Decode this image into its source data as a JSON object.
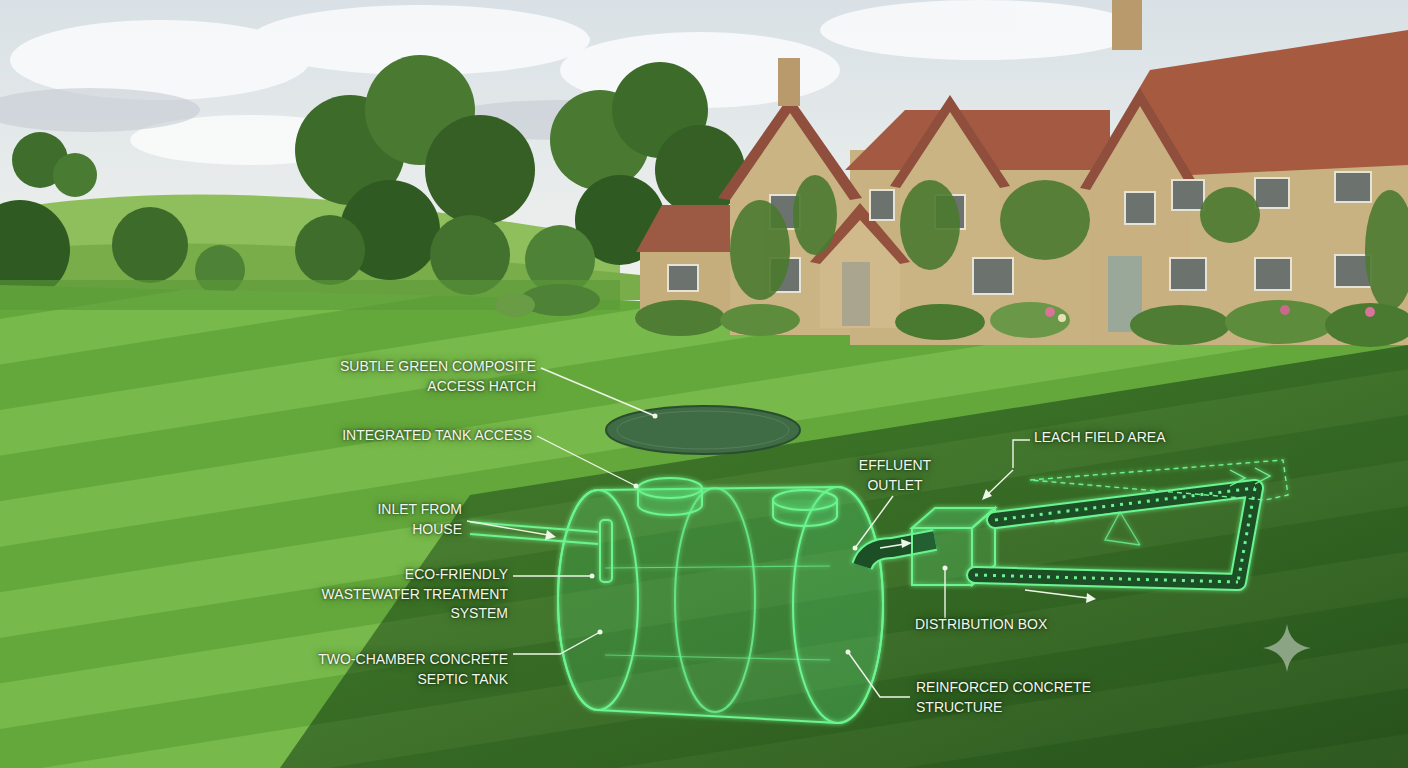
{
  "diagram": {
    "labels": [
      "SUBTLE GREEN COMPOSITE ACCESS HATCH",
      "INTEGRATED TANK ACCESS",
      "INLET FROM HOUSE",
      "ECO-FRIENDLY WASTEWATER TREATMENT SYSTEM",
      "TWO-CHAMBER CONCRETE SEPTIC TANK",
      "EFFLUENT OUTLET",
      "LEACH FIELD AREA",
      "DISTRIBUTION BOX",
      "REINFORCED CONCRETE STRUCTURE"
    ]
  }
}
